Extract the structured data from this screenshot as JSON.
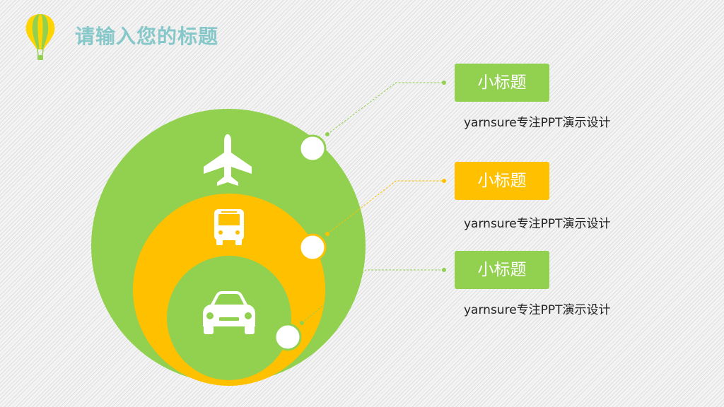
{
  "title": "请输入您的标题",
  "colors": {
    "green": "#92d050",
    "yellow": "#ffc000",
    "title": "#86c7c9"
  },
  "items": [
    {
      "label": "小标题",
      "desc": "yarnsure专注PPT演示设计",
      "color": "#92d050",
      "icon": "airplane-icon"
    },
    {
      "label": "小标题",
      "desc": "yarnsure专注PPT演示设计",
      "color": "#ffc000",
      "icon": "bus-icon"
    },
    {
      "label": "小标题",
      "desc": "yarnsure专注PPT演示设计",
      "color": "#92d050",
      "icon": "car-icon"
    }
  ]
}
